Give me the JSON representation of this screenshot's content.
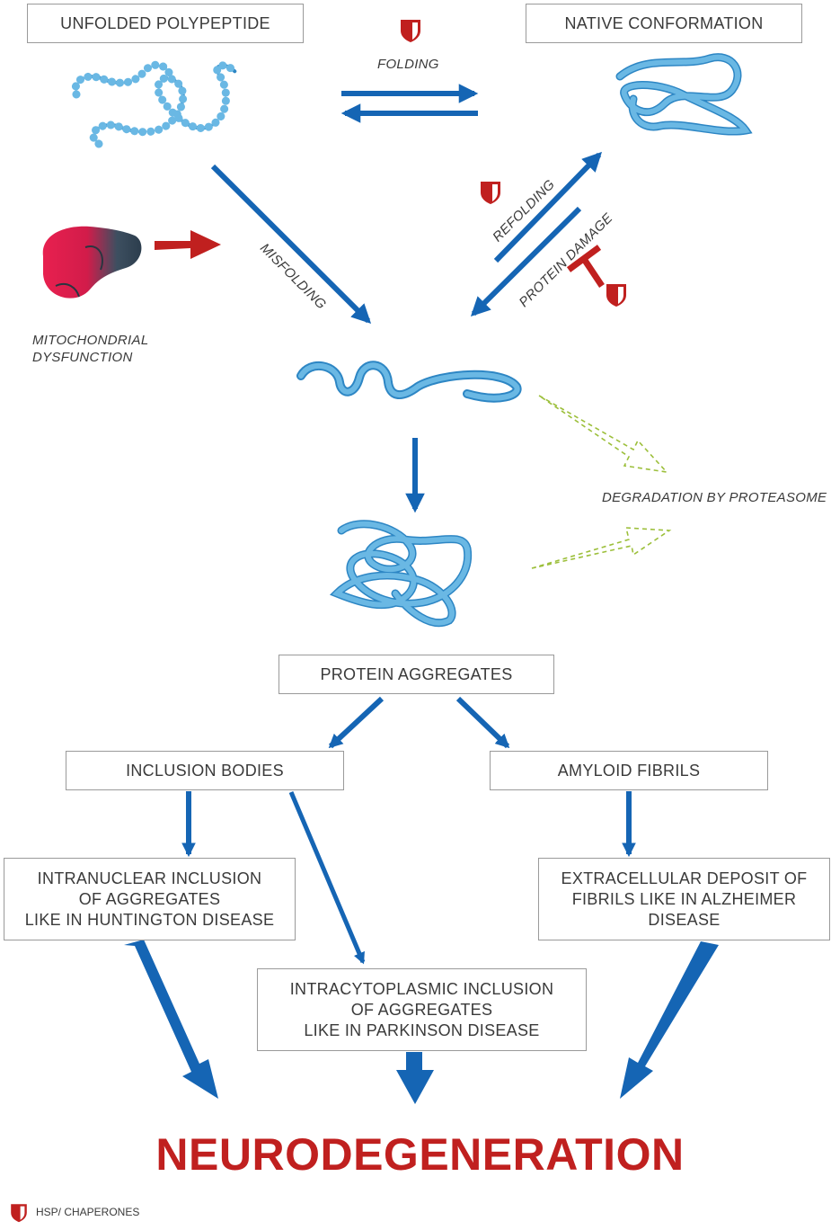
{
  "boxes": {
    "unfolded": "UNFOLDED POLYPEPTIDE",
    "native": "NATIVE CONFORMATION",
    "aggregates": "PROTEIN AGGREGATES",
    "inclusion": "INCLUSION BODIES",
    "amyloid": "AMYLOID FIBRILS",
    "intranuclear": "INTRANUCLEAR INCLUSION\nOF AGGREGATES\nLIKE IN HUNTINGTON DISEASE",
    "intracytoplasmic": "INTRACYTOPLASMIC INCLUSION\nOF AGGREGATES\nLIKE IN PARKINSON DISEASE",
    "extracellular": "EXTRACELLULAR DEPOSIT OF\nFIBRILS LIKE IN ALZHEIMER\nDISEASE"
  },
  "labels": {
    "folding": "FOLDING",
    "misfolding": "MISFOLDING",
    "refolding": "REFOLDING",
    "protein_damage": "PROTEIN DAMAGE",
    "mitochondrial": "MITOCHONDRIAL\nDYSFUNCTION",
    "degradation": "DEGRADATION BY PROTEASOME"
  },
  "outcome": "NEURODEGENERATION",
  "legend": {
    "label": "HSP/ CHAPERONES",
    "icon": "shield-icon"
  },
  "colors": {
    "arrow_blue": "#1565b4",
    "protein_blue": "#5fb2df",
    "accent_red": "#c0201f",
    "degradation_green": "#9cbf3a",
    "box_border": "#9a9a9a"
  }
}
